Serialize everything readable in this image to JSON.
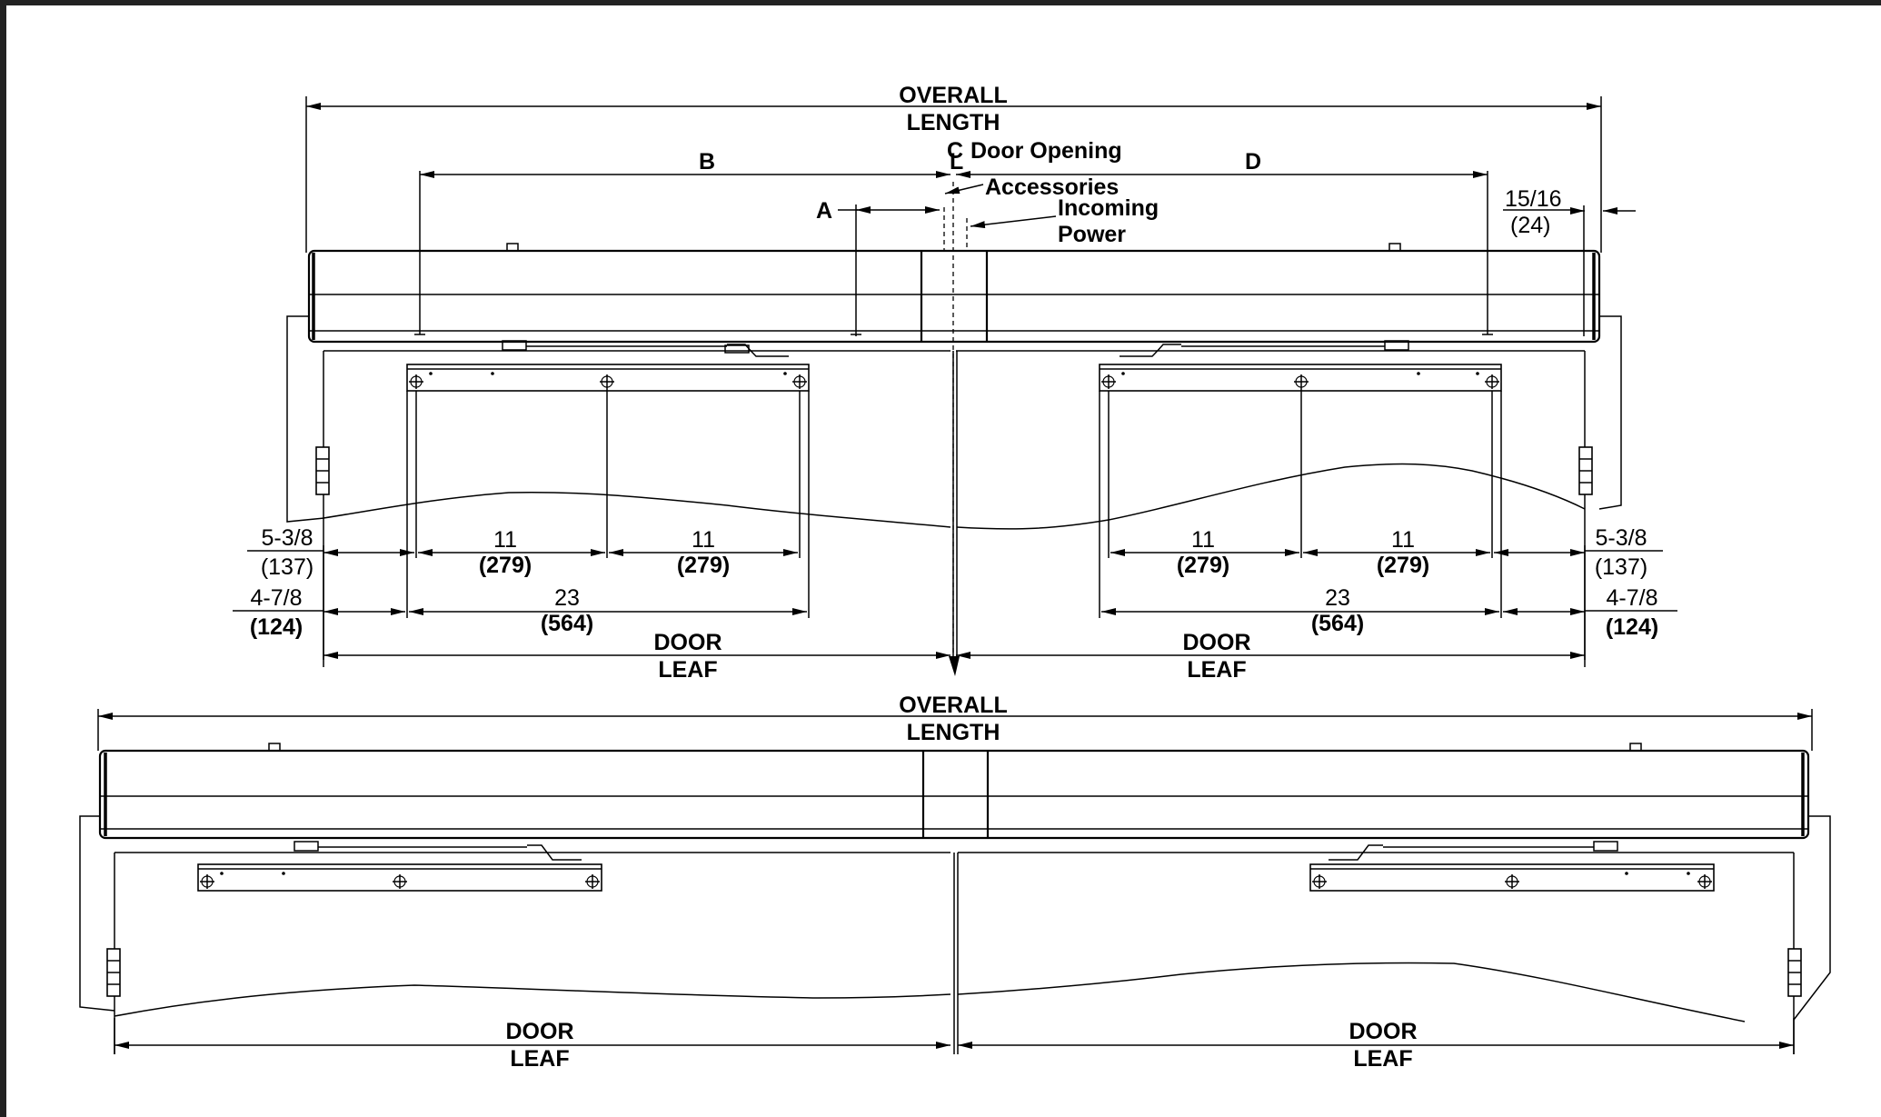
{
  "top_view": {
    "overall_length": [
      "OVERALL",
      "LENGTH"
    ],
    "label_b": "B",
    "label_d": "D",
    "label_a": "A",
    "centerline": "C",
    "centerline_sub": "L",
    "door_opening": "Door Opening",
    "accessories": "Accessories",
    "incoming_power": [
      "Incoming",
      "Power"
    ],
    "offset_right": [
      "15/16",
      "(24)"
    ],
    "left_edge_1": [
      "5-3/8",
      "(137)"
    ],
    "left_edge_2": [
      "4-7/8",
      "(124)"
    ],
    "right_edge_1": [
      "5-3/8",
      "(137)"
    ],
    "right_edge_2": [
      "4-7/8",
      "(124)"
    ],
    "arm_span": [
      "11",
      "(279)"
    ],
    "track_length": [
      "23",
      "(564)"
    ],
    "door_leaf": [
      "DOOR",
      "LEAF"
    ]
  },
  "bottom_view": {
    "overall_length": [
      "OVERALL",
      "LENGTH"
    ],
    "door_leaf": [
      "DOOR",
      "LEAF"
    ]
  }
}
